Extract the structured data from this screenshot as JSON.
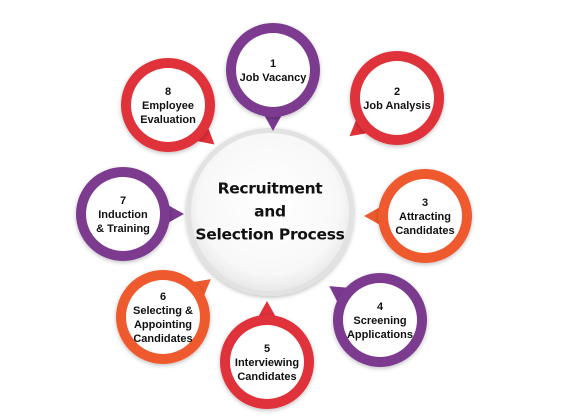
{
  "center": {
    "line1": "Recruitment",
    "line2": "and",
    "line3": "Selection Process"
  },
  "steps": [
    {
      "number": "1",
      "line1": "Job Vacancy",
      "line2": "",
      "line3": "",
      "color": "#7b3a8f"
    },
    {
      "number": "2",
      "line1": "Job Analysis",
      "line2": "",
      "line3": "",
      "color": "#e0303a"
    },
    {
      "number": "3",
      "line1": "Attracting",
      "line2": "Candidates",
      "line3": "",
      "color": "#ee5a2d"
    },
    {
      "number": "4",
      "line1": "Screening",
      "line2": "Applications",
      "line3": "",
      "color": "#7b3a8f"
    },
    {
      "number": "5",
      "line1": "Interviewing",
      "line2": "Candidates",
      "line3": "",
      "color": "#e0303a"
    },
    {
      "number": "6",
      "line1": "Selecting &",
      "line2": "Appointing",
      "line3": "Candidates",
      "color": "#ee5a2d"
    },
    {
      "number": "7",
      "line1": "Induction",
      "line2": "& Training",
      "line3": "",
      "color": "#7b3a8f"
    },
    {
      "number": "8",
      "line1": "Employee",
      "line2": "Evaluation",
      "line3": "",
      "color": "#e0303a"
    }
  ]
}
